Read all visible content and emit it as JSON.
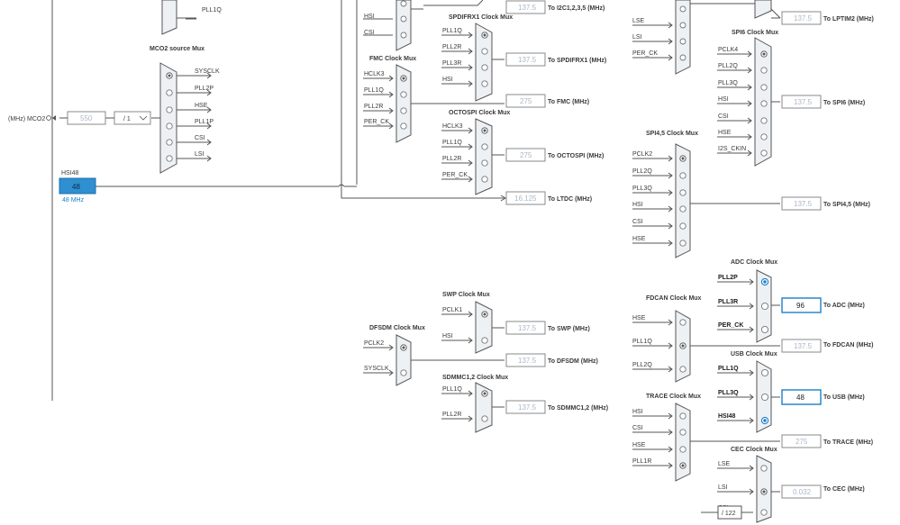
{
  "mco2": {
    "title": "MCO2 source Mux",
    "inputs": [
      "SYSCLK",
      "PLL2P",
      "HSE",
      "PLL1P",
      "CSI",
      "LSI"
    ],
    "value": "550",
    "divider": "/ 1",
    "output_label": "(MHz) MCO2"
  },
  "hsi48": {
    "label": "HSI48",
    "value": "48",
    "freq": "48 MHz"
  },
  "top_partial": {
    "input": "PLL1Q"
  },
  "col2_top": {
    "inputs": [
      "HSI",
      "CSI"
    ]
  },
  "fmc": {
    "title": "FMC Clock Mux",
    "inputs": [
      "HCLK3",
      "PLL1Q",
      "PLL2R",
      "PER_CK"
    ],
    "value": "275",
    "dest": "To FMC (MHz)"
  },
  "i2c": {
    "value": "137.5",
    "dest": "To I2C1,2,3,5 (MHz)"
  },
  "spdifrx": {
    "title": "SPDIFRX1 Clock Mux",
    "inputs": [
      "PLL1Q",
      "PLL2R",
      "PLL3R",
      "HSI"
    ],
    "value": "137.5",
    "dest": "To SPDIFRX1 (MHz)"
  },
  "octospi": {
    "title": "OCTOSPI Clock Mux",
    "inputs": [
      "HCLK3",
      "PLL1Q",
      "PLL2R",
      "PER_CK"
    ],
    "value": "275",
    "dest": "To OCTOSPI (MHz)"
  },
  "ltdc": {
    "value": "16.125",
    "dest": "To LTDC (MHz)"
  },
  "swp": {
    "title": "SWP Clock Mux",
    "inputs": [
      "PCLK1",
      "HSI"
    ],
    "value": "137.5",
    "dest": "To SWP (MHz)"
  },
  "dfsdm": {
    "title": "DFSDM Clock Mux",
    "inputs": [
      "PCLK2",
      "SYSCLK"
    ],
    "value": "137.5",
    "dest": "To DFSDM (MHz)"
  },
  "sdmmc": {
    "title": "SDMMC1,2 Clock Mux",
    "inputs": [
      "PLL1Q",
      "PLL2R"
    ],
    "value": "137.5",
    "dest": "To SDMMC1,2 (MHz)"
  },
  "lptim2": {
    "inputs": [
      "LSE",
      "LSI",
      "PER_CK"
    ],
    "value": "137.5",
    "dest": "To LPTIM2 (MHz)"
  },
  "spi6": {
    "title": "SPI6 Clock Mux",
    "inputs": [
      "PCLK4",
      "PLL2Q",
      "PLL3Q",
      "HSI",
      "CSI",
      "HSE",
      "I2S_CKIN"
    ],
    "value": "137.5",
    "dest": "To SPI6 (MHz)"
  },
  "spi45": {
    "title": "SPI4,5 Clock Mux",
    "inputs": [
      "PCLK2",
      "PLL2Q",
      "PLL3Q",
      "HSI",
      "CSI",
      "HSE"
    ],
    "value": "137.5",
    "dest": "To SPI4,5 (MHz)"
  },
  "adc": {
    "title": "ADC Clock Mux",
    "inputs": [
      "PLL2P",
      "PLL3R",
      "PER_CK"
    ],
    "value": "96",
    "dest": "To ADC (MHz)"
  },
  "fdcan": {
    "title": "FDCAN Clock Mux",
    "inputs": [
      "HSE",
      "PLL1Q",
      "PLL2Q"
    ],
    "value": "137.5",
    "dest": "To FDCAN (MHz)"
  },
  "usb": {
    "title": "USB Clock Mux",
    "inputs": [
      "PLL1Q",
      "PLL3Q",
      "HSI48"
    ],
    "value": "48",
    "dest": "To USB (MHz)"
  },
  "trace": {
    "title": "TRACE Clock Mux",
    "inputs": [
      "HSI",
      "CSI",
      "HSE",
      "PLL1R"
    ],
    "value": "275",
    "dest": "To TRACE (MHz)"
  },
  "cec": {
    "title": "CEC Clock Mux",
    "inputs": [
      "LSE",
      "LSI",
      "CSI"
    ],
    "divider": "/ 122",
    "value": "0.032",
    "dest": "To CEC (MHz)"
  },
  "colors": {
    "accent": "#1d7fc9",
    "hsi48_fill": "#2e8fd1",
    "wire": "#555555",
    "disabled_value": "#a9b8c8"
  }
}
